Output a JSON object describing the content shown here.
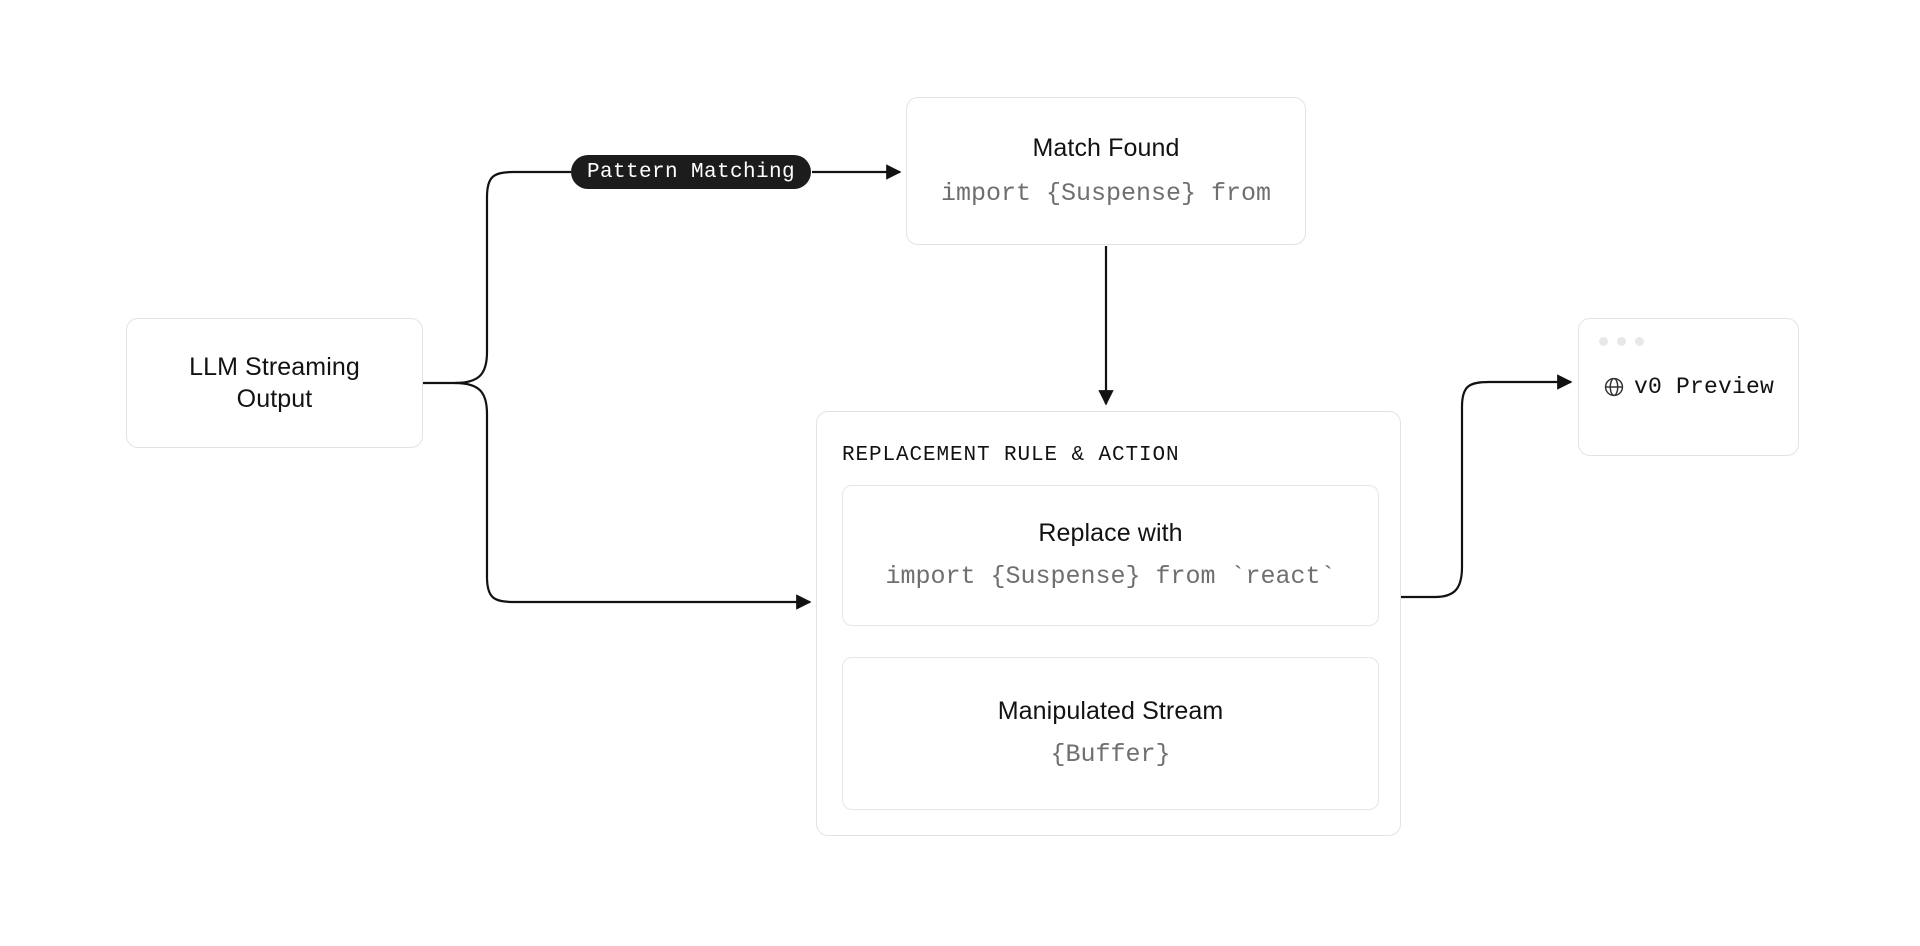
{
  "diagram": {
    "title": "LLM stream pattern replacement flow",
    "colors": {
      "background": "#ffffff",
      "card_border": "#e3e3e3",
      "inner_border": "#e6e6e6",
      "edge": "#121212",
      "dotted_edge": "#b9b9b9",
      "pill_background": "#1c1c1c",
      "pill_text": "#ffffff",
      "text": "#121212",
      "code_text": "#6f6f6f",
      "window_dot": "#e8e8e8"
    }
  },
  "nodes": {
    "llm": {
      "title_line1": "LLM Streaming",
      "title_line2": "Output"
    },
    "pattern_pill": {
      "label": "Pattern Matching"
    },
    "match_found": {
      "title": "Match Found",
      "code": "import {Suspense} from"
    },
    "rule_group": {
      "title": "REPLACEMENT RULE & ACTION"
    },
    "replace_with": {
      "title": "Replace with",
      "code": "import {Suspense} from `react`"
    },
    "manipulated_stream": {
      "title": "Manipulated Stream",
      "code": "{Buffer}"
    },
    "preview": {
      "label": "v0 Preview",
      "icon": "globe-icon",
      "dots": 3
    }
  },
  "edges": [
    {
      "id": "llm-to-pattern",
      "from": "llm",
      "to": "match_found",
      "via": "pattern_pill",
      "style": "solid",
      "arrowhead": true
    },
    {
      "id": "llm-to-rule",
      "from": "llm",
      "to": "rule_group",
      "style": "solid",
      "arrowhead": true
    },
    {
      "id": "match-to-rule",
      "from": "match_found",
      "to": "rule_group",
      "style": "solid",
      "arrowhead": true
    },
    {
      "id": "replace-to-stream",
      "from": "replace_with",
      "to": "manipulated_stream",
      "style": "dotted",
      "arrowhead": true
    },
    {
      "id": "rule-to-preview",
      "from": "replace_with",
      "to": "preview",
      "style": "solid",
      "arrowhead": true
    }
  ]
}
